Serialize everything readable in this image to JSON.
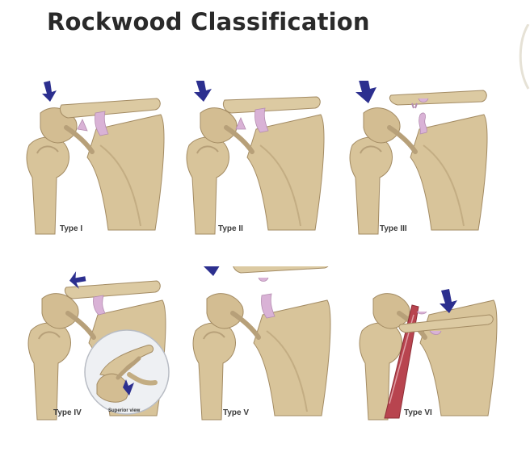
{
  "title": "Rockwood Classification",
  "colors": {
    "bone": "#d8c49a",
    "bone_shadow": "#b7a079",
    "bone_dark": "#9c8560",
    "ligament": "#d9b2d6",
    "arrow": "#2c2f8f",
    "muscle": "#b8444f"
  },
  "panels": [
    {
      "id": "type-1",
      "label": "Type I"
    },
    {
      "id": "type-2",
      "label": "Type II"
    },
    {
      "id": "type-3",
      "label": "Type III"
    },
    {
      "id": "type-4",
      "label": "Type IV",
      "inset_label": "Superior view"
    },
    {
      "id": "type-5",
      "label": "Type V"
    },
    {
      "id": "type-6",
      "label": "Type VI"
    }
  ]
}
